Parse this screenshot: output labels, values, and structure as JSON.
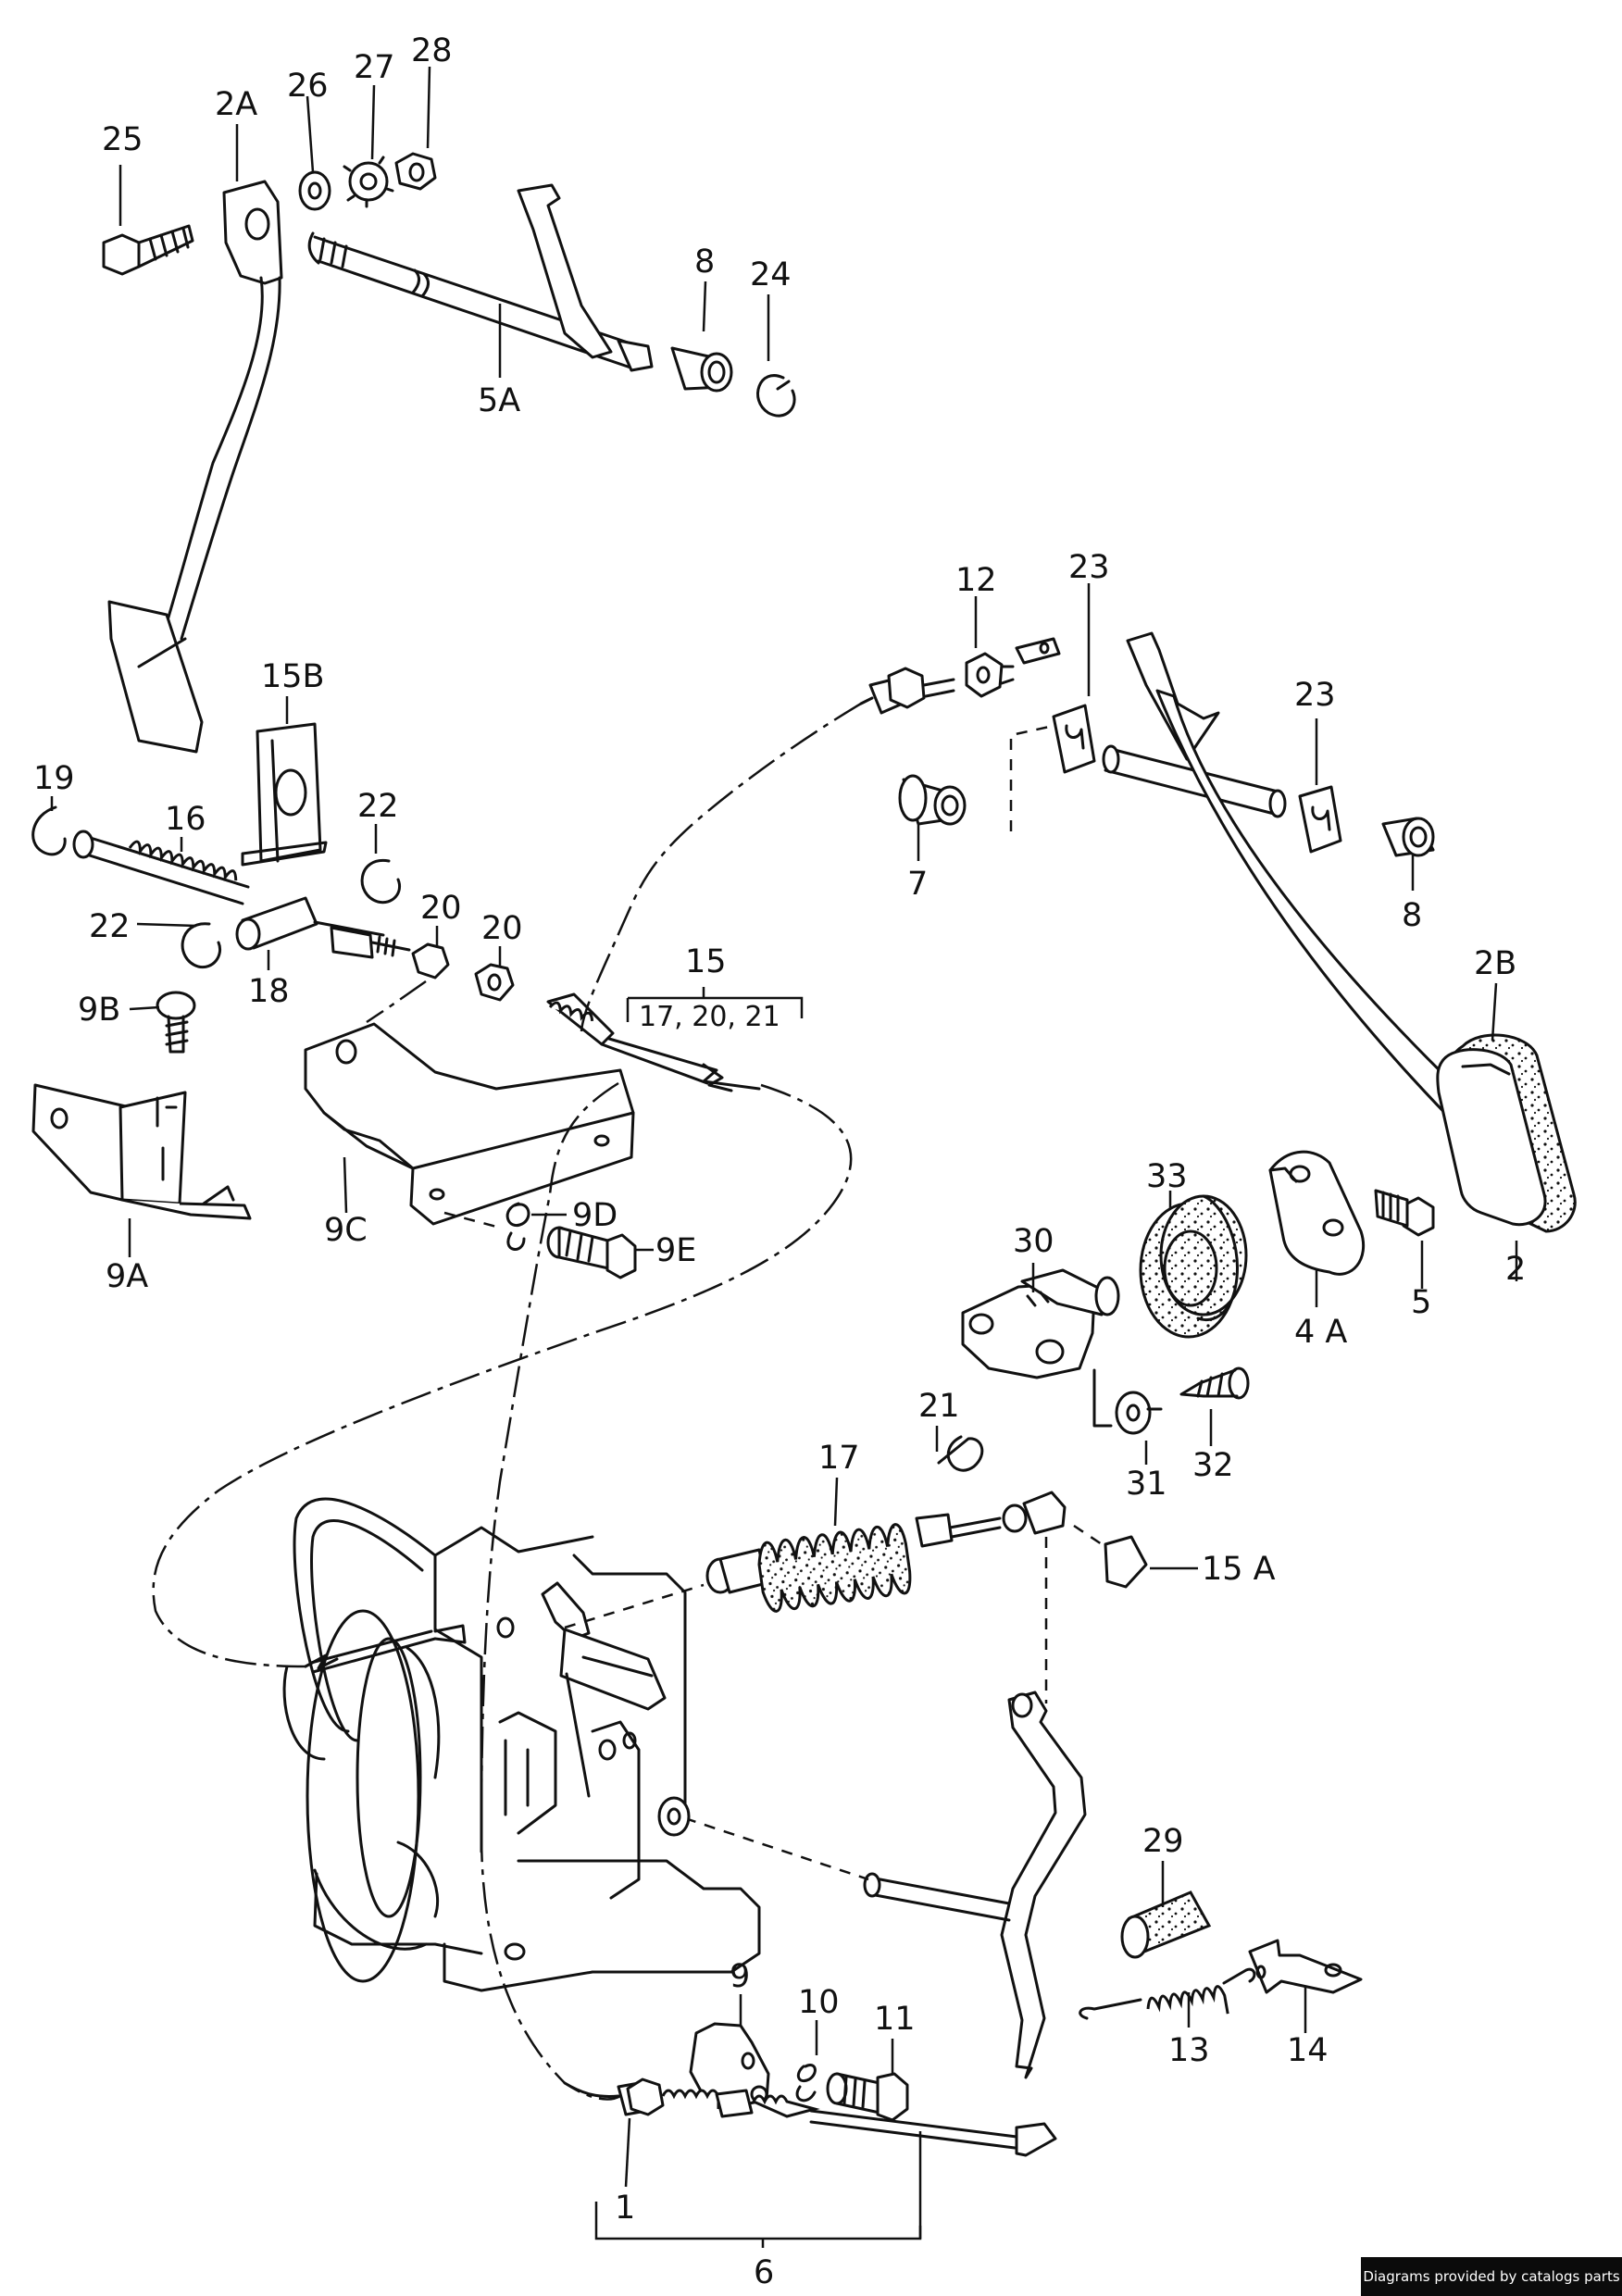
{
  "credit": "Diagrams provided by catalogs parts",
  "callouts": {
    "c1": "1",
    "c2": "2",
    "c2A": "2A",
    "c2B": "2B",
    "c4A": "4 A",
    "c5": "5",
    "c5A": "5A",
    "c6": "6",
    "c7": "7",
    "c8a": "8",
    "c8b": "8",
    "c9": "9",
    "c9A": "9A",
    "c9B": "9B",
    "c9C": "9C",
    "c9D": "9D",
    "c9E": "9E",
    "c10": "10",
    "c11": "11",
    "c12": "12",
    "c13": "13",
    "c14": "14",
    "c15": "15",
    "c15sub": "17, 20, 21",
    "c15A": "15 A",
    "c15B": "15B",
    "c16": "16",
    "c17": "17",
    "c18": "18",
    "c19": "19",
    "c20a": "20",
    "c20b": "20",
    "c21": "21",
    "c22a": "22",
    "c22b": "22",
    "c23a": "23",
    "c23b": "23",
    "c24": "24",
    "c25": "25",
    "c26": "26",
    "c27": "27",
    "c28": "28",
    "c29": "29",
    "c30": "30",
    "c31": "31",
    "c32": "32",
    "c33": "33"
  }
}
